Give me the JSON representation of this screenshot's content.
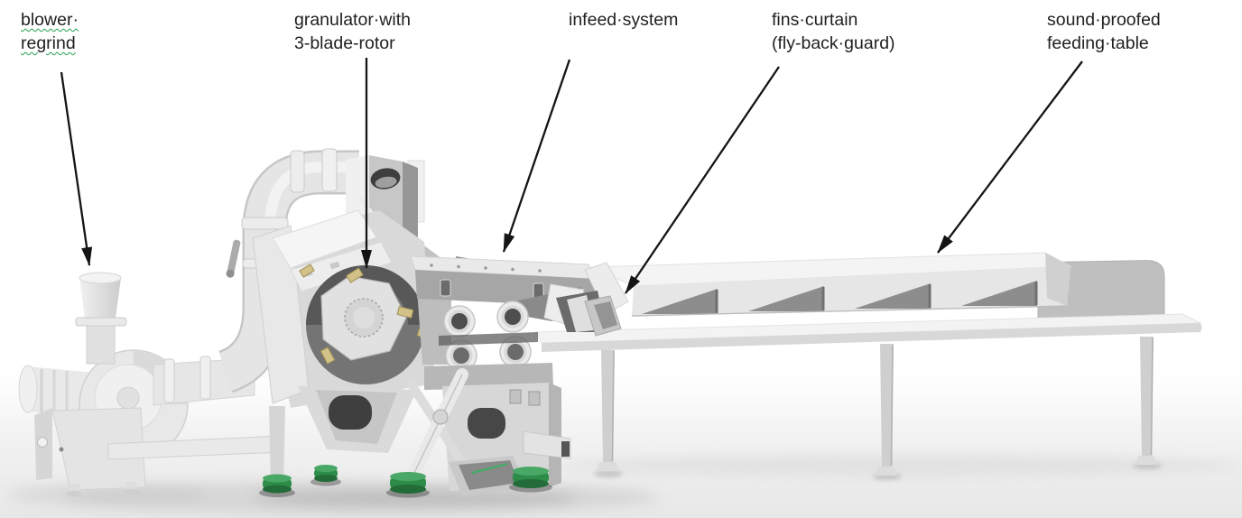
{
  "diagram": {
    "title": "granulator line labeled illustration",
    "labels": [
      {
        "name": "blower-regrind",
        "line1": "blower·",
        "line2": "regrind",
        "spellcheck": true
      },
      {
        "name": "granulator",
        "line1": "granulator·with",
        "line2": "3-blade-rotor",
        "spellcheck": false
      },
      {
        "name": "infeed-system",
        "line1": "infeed·system",
        "line2": "",
        "spellcheck": false
      },
      {
        "name": "fins-curtain",
        "line1": "fins·curtain",
        "line2": "(fly-back·guard)",
        "spellcheck": false
      },
      {
        "name": "feeding-table",
        "line1": "sound·proofed",
        "line2": "feeding·table",
        "spellcheck": false
      }
    ],
    "colors": {
      "background": "#ffffff",
      "floor": "#e9e9e9",
      "text": "#212121",
      "arrow": "#141414",
      "spellcheck_underline": "#21a253",
      "machine_light": "#efefef",
      "machine_mid": "#cfcfcf",
      "machine_dark": "#8f8f8f",
      "opening_dark": "#3f3f3f",
      "feet_green": "#2e8c49",
      "blade_tan": "#d2c287"
    }
  }
}
